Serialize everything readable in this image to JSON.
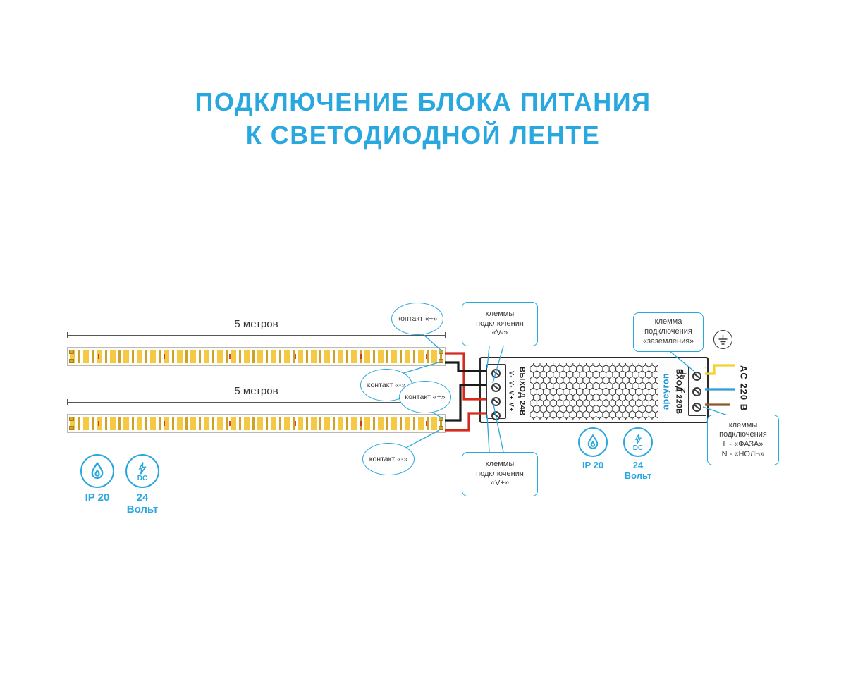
{
  "title": {
    "line1": "ПОДКЛЮЧЕНИЕ БЛОКА ПИТАНИЯ",
    "line2": "К СВЕТОДИОДНОЙ ЛЕНТЕ"
  },
  "strip1": {
    "length_label": "5 метров"
  },
  "strip2": {
    "length_label": "5 метров"
  },
  "callouts": {
    "contact_plus_top": "контакт «+»",
    "contact_minus_top": "контакт «-»",
    "contact_plus_bottom": "контакт «+»",
    "contact_minus_bottom": "контакт «-»",
    "terminals_vminus": {
      "line1": "клеммы",
      "line2": "подключения",
      "line3": "«V-»"
    },
    "terminals_vplus": {
      "line1": "клеммы",
      "line2": "подключения",
      "line3": "«V+»"
    },
    "terminal_ground": {
      "line1": "клемма",
      "line2": "подключения",
      "line3": "«заземления»"
    },
    "terminals_mains": {
      "line1": "клеммы",
      "line2": "подключения",
      "line3": "L - «ФАЗА»",
      "line4": "N - «НОЛЬ»"
    }
  },
  "psu": {
    "output_voltage_label": "ВЫХОД 24В",
    "input_voltage_label": "ВХОД 220В",
    "brand": "apeyron",
    "dc_terminal_labels": "V- V- V+ V+",
    "ac_terminal_n": "N",
    "ac_terminal_l": "L"
  },
  "ac_supply_label": "AC 220 В",
  "badges": {
    "ip_rating": "IP 20",
    "dc_label": "DC",
    "voltage_line1": "24",
    "voltage_line2": "Вольт"
  },
  "colors": {
    "accent": "#29A7DF",
    "wire_red": "#D42B1E",
    "wire_black": "#1A1A1A",
    "wire_yellow": "#F2D22E",
    "wire_blue": "#2D9FD8",
    "wire_brown": "#8B5A2B"
  }
}
